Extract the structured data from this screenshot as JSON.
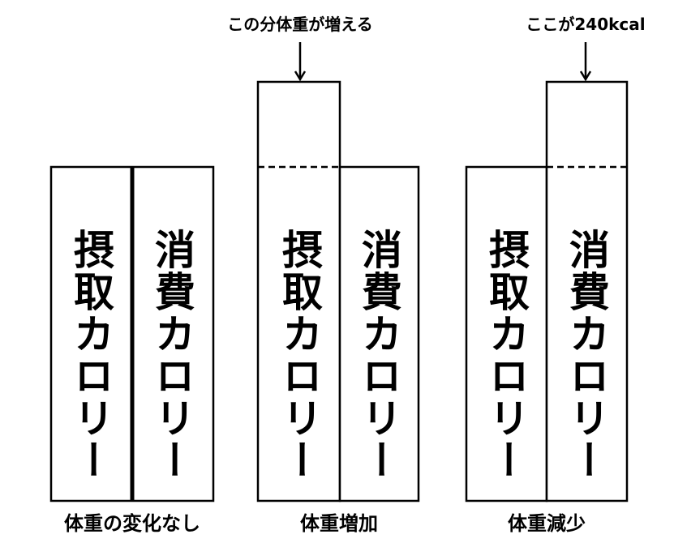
{
  "panels": [
    {
      "left_text": "摂取カロリー",
      "right_text": "消費カロリー",
      "label": "体重の変化なし"
    },
    {
      "left_text": "摂取カロリー",
      "right_text": "消費カロリー",
      "label": "体重増加",
      "annotation": "この分体重が増える"
    },
    {
      "left_text": "摂取カロリー",
      "right_text": "消費カロリー",
      "label": "体重減少",
      "annotation": "ここが240kcal"
    }
  ]
}
